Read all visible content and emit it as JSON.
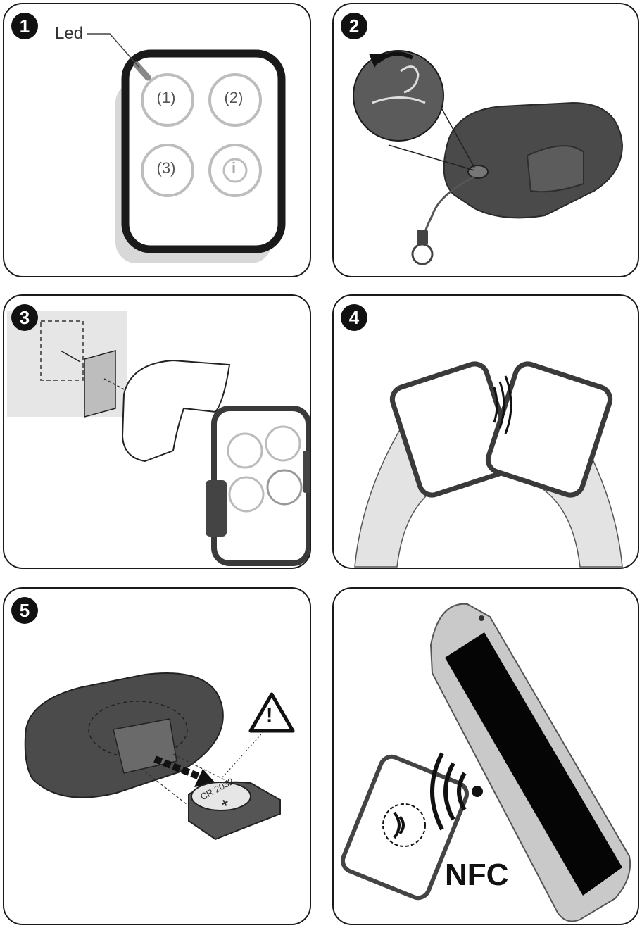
{
  "panels": [
    {
      "step": "1",
      "led_label": "Led",
      "buttons": [
        "(1)",
        "(2)",
        "(3)",
        "i"
      ]
    },
    {
      "step": "2"
    },
    {
      "step": "3"
    },
    {
      "step": "4"
    },
    {
      "step": "5",
      "battery_label": "CR 2032",
      "battery_plus": "+",
      "warning_symbol": "!"
    },
    {
      "step": "",
      "nfc_label": "NFC"
    }
  ]
}
